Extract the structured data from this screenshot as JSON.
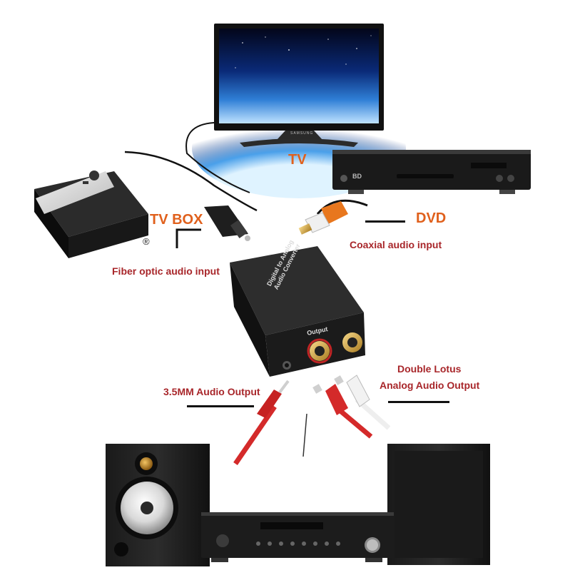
{
  "labels": {
    "tv": "TV",
    "tv_box": "TV BOX",
    "dvd": "DVD",
    "coaxial": "Coaxial audio input",
    "fiber": "Fiber optic audio input",
    "out_35": "3.5MM Audio Output",
    "lotus_line1": "Double Lotus",
    "lotus_line2": "Analog Audio Output"
  },
  "converter": {
    "title_line1": "Digital to Analog",
    "title_line2": "Audio Converter",
    "output_label": "Output"
  },
  "tv": {
    "brand": "SAMSUNG"
  },
  "dvd": {
    "logo": "BD"
  },
  "registered_mark": "®",
  "colors": {
    "label_orange": "#e0601c",
    "label_red": "#a8262a",
    "rca_red": "#d42a2a",
    "rca_white": "#eeeeee",
    "coax_orange": "#e8771e"
  }
}
